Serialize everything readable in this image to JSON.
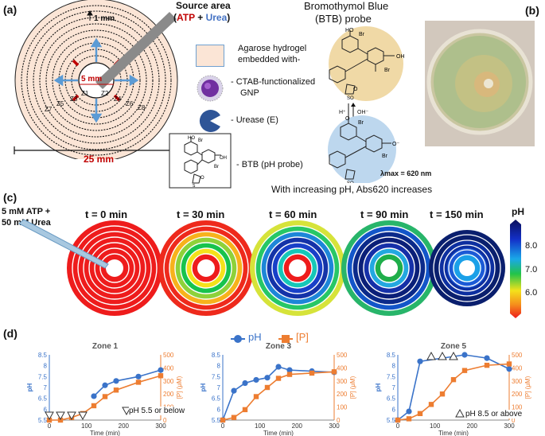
{
  "panel_a": {
    "label": "(a)",
    "source_title": "Source area",
    "source_open": "(",
    "source_atp": "ATP",
    "source_plus": " + ",
    "source_urea": "Urea",
    "source_close": ")",
    "dim_1mm": "1 mm",
    "dim_5mm": "5 mm",
    "dim_25mm": "25 mm",
    "zones": [
      "Z1",
      "Z2",
      "Z3",
      "Z4",
      "Z5",
      "Z6",
      "Z7",
      "Z8"
    ],
    "legend": {
      "hydrogel_l1": "Agarose hydrogel",
      "hydrogel_l2": "embedded with-",
      "gnp_l1": "-  CTAB-functionalized",
      "gnp_l2": "GNP",
      "urease": "-  Urease (E)",
      "btb": "-  BTB (pH probe)"
    },
    "btb_title_l1": "Bromothymol Blue",
    "btb_title_l2": "(BTB) probe",
    "eq_forward": "H⁺",
    "eq_back": "OH⁻",
    "lambda_max": "λmax = 620 nm",
    "caption": "With increasing pH, Abs620 increases"
  },
  "panel_b": {
    "label": "(b)"
  },
  "panel_c": {
    "label": "(c)",
    "injection_l1": "5 mM ATP +",
    "injection_l2": "50 mM Urea",
    "times": [
      "t = 0 min",
      "t = 30 min",
      "t = 60 min",
      "t = 90 min",
      "t = 150 min"
    ],
    "colorbar_title": "pH",
    "colorbar_ticks": [
      "8.0",
      "7.0",
      "6.0"
    ]
  },
  "panel_d": {
    "label": "(d)",
    "legend_ph": "pH",
    "legend_p": "[P]",
    "colors": {
      "ph": "#3a73c9",
      "p": "#ed7d31"
    },
    "annotation_low": "pH 5.5 or below",
    "annotation_high": "pH 8.5 or above"
  },
  "chart_data": [
    {
      "type": "line",
      "title": "Zone 1",
      "xlabel": "Time (min)",
      "ylabel": "pH",
      "y2label": "[P] (μM)",
      "xlim": [
        0,
        300
      ],
      "ylim": [
        5.5,
        8.5
      ],
      "y2lim": [
        0,
        500
      ],
      "xticks": [
        0,
        100,
        200,
        300
      ],
      "yticks": [
        5.5,
        6,
        6.5,
        7,
        7.5,
        8,
        8.5
      ],
      "y2ticks": [
        0,
        100,
        200,
        300,
        400,
        500
      ],
      "series": [
        {
          "name": "pH",
          "axis": "left",
          "x": [
            120,
            150,
            180,
            240,
            300
          ],
          "y": [
            6.6,
            7.1,
            7.3,
            7.5,
            7.8
          ]
        },
        {
          "name": "[P]",
          "axis": "right",
          "x": [
            0,
            30,
            60,
            90,
            120,
            150,
            180,
            240,
            300
          ],
          "y": [
            0,
            0,
            20,
            50,
            110,
            180,
            230,
            290,
            340
          ]
        }
      ],
      "below_markers_x": [
        0,
        30,
        60,
        90
      ]
    },
    {
      "type": "line",
      "title": "Zone 3",
      "xlabel": "Time (min)",
      "ylabel": "pH",
      "y2label": "[P] (μM)",
      "xlim": [
        0,
        300
      ],
      "ylim": [
        5.5,
        8.5
      ],
      "y2lim": [
        0,
        500
      ],
      "xticks": [
        0,
        100,
        200,
        300
      ],
      "yticks": [
        5.5,
        6,
        6.5,
        7,
        7.5,
        8,
        8.5
      ],
      "y2ticks": [
        0,
        100,
        200,
        300,
        400,
        500
      ],
      "series": [
        {
          "name": "pH",
          "axis": "left",
          "x": [
            0,
            30,
            60,
            90,
            120,
            150,
            180,
            240,
            300
          ],
          "y": [
            5.5,
            6.85,
            7.2,
            7.35,
            7.45,
            7.95,
            7.8,
            7.75,
            7.7
          ]
        },
        {
          "name": "[P]",
          "axis": "right",
          "x": [
            0,
            30,
            60,
            90,
            120,
            150,
            180,
            240,
            300
          ],
          "y": [
            0,
            20,
            80,
            180,
            250,
            320,
            350,
            360,
            370
          ]
        }
      ]
    },
    {
      "type": "line",
      "title": "Zone 5",
      "xlabel": "Time (min)",
      "ylabel": "pH",
      "y2label": "[P] (μM)",
      "xlim": [
        0,
        300
      ],
      "ylim": [
        5.5,
        8.5
      ],
      "y2lim": [
        0,
        500
      ],
      "xticks": [
        0,
        100,
        200,
        300
      ],
      "yticks": [
        5.5,
        6,
        6.5,
        7,
        7.5,
        8,
        8.5
      ],
      "y2ticks": [
        0,
        100,
        200,
        300,
        400,
        500
      ],
      "series": [
        {
          "name": "pH",
          "axis": "left",
          "x": [
            0,
            30,
            60,
            180,
            240,
            300
          ],
          "y": [
            5.5,
            5.9,
            8.2,
            8.5,
            8.35,
            7.85
          ]
        },
        {
          "name": "[P]",
          "axis": "right",
          "x": [
            0,
            30,
            60,
            90,
            120,
            150,
            180,
            240,
            300
          ],
          "y": [
            0,
            10,
            50,
            120,
            200,
            310,
            380,
            420,
            430
          ]
        }
      ],
      "above_markers_x": [
        90,
        120,
        150
      ]
    }
  ]
}
